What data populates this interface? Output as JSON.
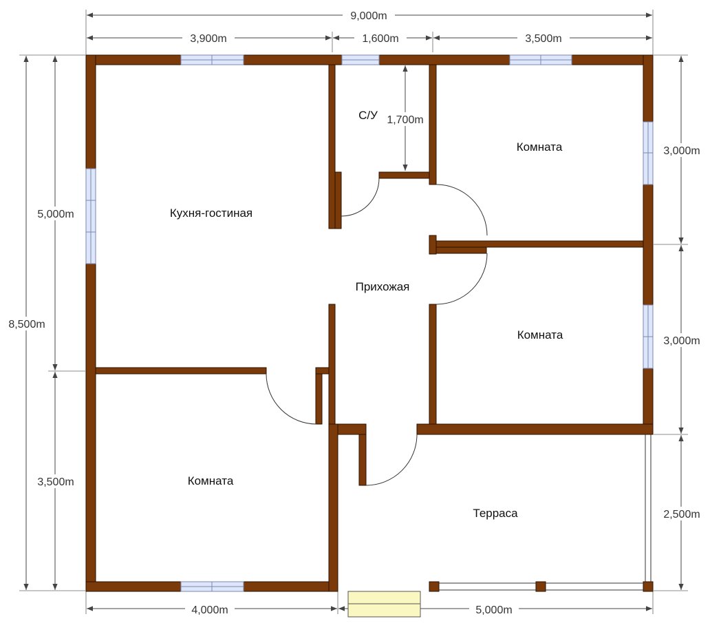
{
  "colors": {
    "wall": "#7b3a0a",
    "wall_outline": "#2a1200",
    "window": "#dde6fa",
    "window_outline": "#7a86b0",
    "steps": "#fbf7c0",
    "dimension": "#444444"
  },
  "rooms": {
    "kitchen_living": "Кухня-гостиная",
    "bathroom": "С/У",
    "hallway": "Прихожая",
    "room_top_right": "Комната",
    "room_middle_right": "Комната",
    "room_bottom_left": "Комната",
    "terrace": "Терраса"
  },
  "dimensions": {
    "total_width": "9,000m",
    "top_left": "3,900m",
    "top_middle": "1,600m",
    "top_right": "3,500m",
    "bathroom_depth": "1,700m",
    "left_total": "8,500m",
    "left_upper": "5,000m",
    "left_lower": "3,500m",
    "right_upper": "3,000m",
    "right_middle": "3,000m",
    "right_lower": "2,500m",
    "bottom_left": "4,000m",
    "bottom_right": "5,000m"
  }
}
